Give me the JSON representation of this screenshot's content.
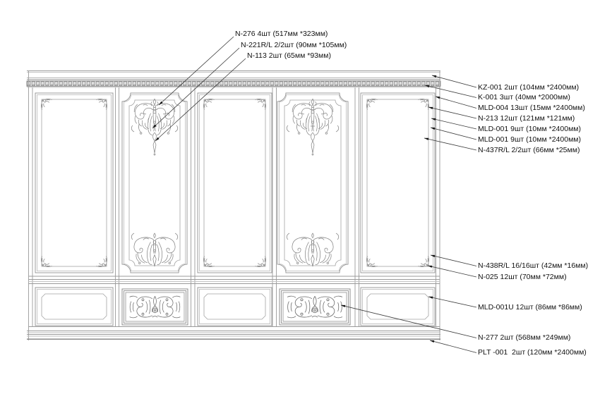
{
  "colors": {
    "background": "#ffffff",
    "drawing_line": "#9a9a9a",
    "ornament_line": "#8a8a8a",
    "dentil_line": "#7a7a7a",
    "leader_line": "#3a3a3a",
    "label_text": "#111111"
  },
  "icons": {
    "leader_arrowhead": "small filled triangle pointing at referenced part"
  },
  "callouts": {
    "top": [
      {
        "text": "N-276 4шт (517мм *323мм)"
      },
      {
        "text": "N-221R/L 2/2шт (90мм *105мм)"
      },
      {
        "text": "N-113 2шт (65мм *93мм)"
      }
    ],
    "right": [
      {
        "text": "KZ-001 2шт (104мм *2400мм)"
      },
      {
        "text": "K-001 3шт (40мм *2000мм)"
      },
      {
        "text": "MLD-004 13шт (15мм *2400мм)"
      },
      {
        "text": "N-213 12шт (121мм *121мм)"
      },
      {
        "text": "MLD-001 9шт (10мм *2400мм)"
      },
      {
        "text": "MLD-001 9шт (10мм *2400мм)"
      },
      {
        "text": "N-437R/L 2/2шт (66мм *25мм)"
      },
      {
        "text": "N-438R/L 16/16шт (42мм *16мм)"
      },
      {
        "text": "N-025 12шт (70мм *72мм)"
      },
      {
        "text": "MLD-001U 12шт (86мм *86мм)"
      },
      {
        "text": "N-277 2шт (568мм *249мм)"
      },
      {
        "text": "PLT -001  2шт (120мм *2400мм)"
      }
    ]
  }
}
